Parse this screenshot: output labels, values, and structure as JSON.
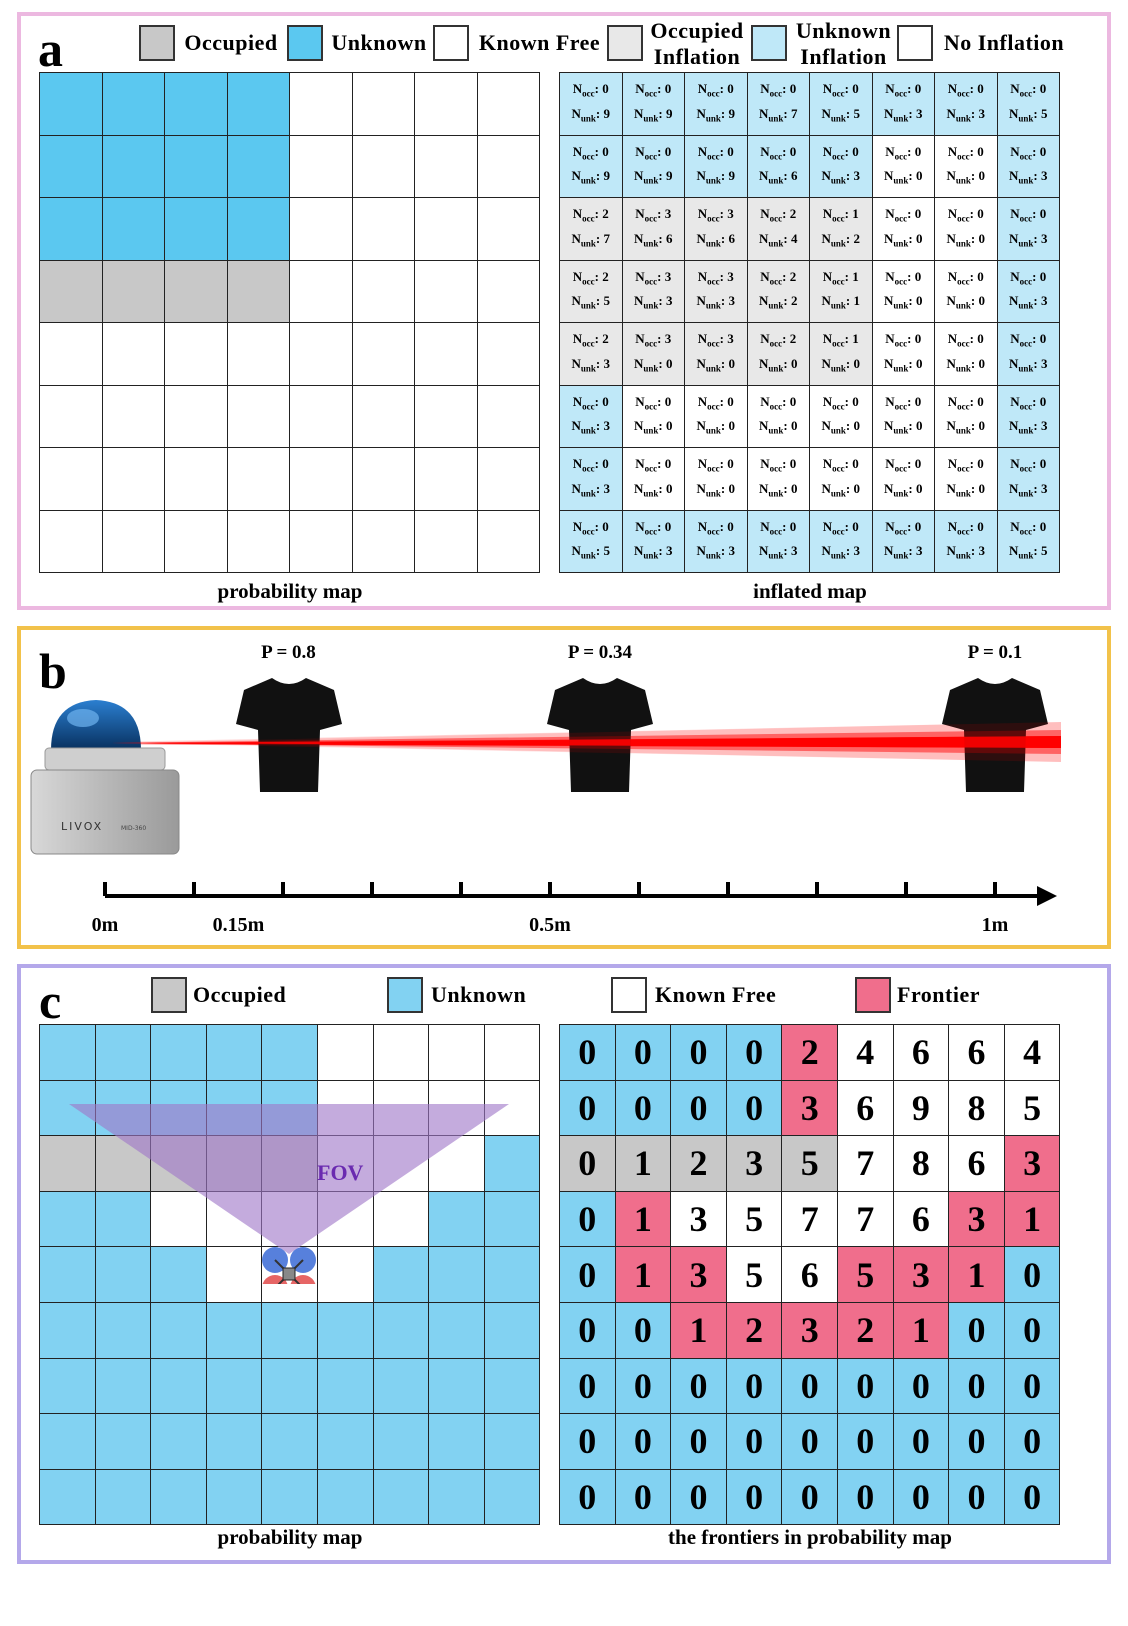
{
  "colors": {
    "occupied": "#c8c8c8",
    "unknown": "#5bc8f0",
    "known_free": "#ffffff",
    "occupied_inflation": "#e8e8e8",
    "unknown_inflation": "#bfe8f8",
    "no_inflation": "#ffffff",
    "frontier": "#f06e8c",
    "panel_a_border": "#ecb8e0",
    "panel_b_border": "#f2c24a",
    "panel_c_border": "#b4a8ea",
    "c_unknown": "#82d2f2",
    "fov": "#a078c8",
    "laser": "#ff0000"
  },
  "panel_a": {
    "letter": "a",
    "legend": [
      {
        "label": "Occupied",
        "type": "occupied"
      },
      {
        "label": "Unknown",
        "type": "unknown"
      },
      {
        "label": "Known Free",
        "type": "known_free"
      },
      {
        "label": "Occupied\nInflation",
        "type": "occupied_inflation"
      },
      {
        "label": "Unknown\nInflation",
        "type": "unknown_inflation"
      },
      {
        "label": "No Inflation",
        "type": "no_inflation"
      }
    ],
    "prob_map": [
      "UUUUFFFF",
      "UUUUFFFF",
      "UUUUFFFF",
      "OOOOFFFF",
      "FFFFFFFF",
      "FFFFFFFF",
      "FFFFFFFF",
      "FFFFFFFF"
    ],
    "prob_caption": "probability map",
    "inflated_types": [
      "UUUUUUUU",
      "UUUUUNNU",
      "OOOOONNU",
      "OOOOONNU",
      "OOOOONNU",
      "UNNNNNNU",
      "UNNNNNNU",
      "UUUUUUUU"
    ],
    "n_occ": [
      [
        0,
        0,
        0,
        0,
        0,
        0,
        0,
        0
      ],
      [
        0,
        0,
        0,
        0,
        0,
        0,
        0,
        0
      ],
      [
        2,
        3,
        3,
        2,
        1,
        0,
        0,
        0
      ],
      [
        2,
        3,
        3,
        2,
        1,
        0,
        0,
        0
      ],
      [
        2,
        3,
        3,
        2,
        1,
        0,
        0,
        0
      ],
      [
        0,
        0,
        0,
        0,
        0,
        0,
        0,
        0
      ],
      [
        0,
        0,
        0,
        0,
        0,
        0,
        0,
        0
      ],
      [
        0,
        0,
        0,
        0,
        0,
        0,
        0,
        0
      ]
    ],
    "n_unk": [
      [
        9,
        9,
        9,
        7,
        5,
        3,
        3,
        5
      ],
      [
        9,
        9,
        9,
        6,
        3,
        0,
        0,
        3
      ],
      [
        7,
        6,
        6,
        4,
        2,
        0,
        0,
        3
      ],
      [
        5,
        3,
        3,
        2,
        1,
        0,
        0,
        3
      ],
      [
        3,
        0,
        0,
        0,
        0,
        0,
        0,
        3
      ],
      [
        3,
        0,
        0,
        0,
        0,
        0,
        0,
        3
      ],
      [
        3,
        0,
        0,
        0,
        0,
        0,
        0,
        3
      ],
      [
        5,
        3,
        3,
        3,
        3,
        3,
        3,
        5
      ]
    ],
    "n_occ_label": "N",
    "n_occ_sub": "occ",
    "n_unk_sub": "unk",
    "inflated_caption": "inflated map"
  },
  "panel_b": {
    "letter": "b",
    "sensor_brand": "LIVOX",
    "sensor_model": "MID-360",
    "targets": [
      {
        "label": "P = 0.8",
        "distance_m": 0.15
      },
      {
        "label": "P = 0.34",
        "distance_m": 0.5
      },
      {
        "label": "P = 0.1",
        "distance_m": 1.0
      }
    ],
    "axis_labels": [
      "0m",
      "0.15m",
      "0.5m",
      "1m"
    ]
  },
  "panel_c": {
    "letter": "c",
    "legend": [
      {
        "label": "Occupied",
        "type": "occupied"
      },
      {
        "label": "Unknown",
        "type": "unknown"
      },
      {
        "label": "Known Free",
        "type": "known_free"
      },
      {
        "label": "Frontier",
        "type": "frontier"
      }
    ],
    "prob_map": [
      "UUUUUFFFF",
      "UUUUUFFFF",
      "OOOOOFFFU",
      "UUFFFFFUU",
      "UUUFFFUUU",
      "UUUUUUUUU",
      "UUUUUUUUU",
      "UUUUUUUUU",
      "UUUUUUUUU"
    ],
    "fov_label": "FOV",
    "prob_caption": "probability map",
    "frontier_types": [
      "UUUURFFFF",
      "UUUURFFFF",
      "OOOOOFFFR",
      "URFFFFFRR",
      "URRFFRRRU",
      "UURRRRRUU",
      "UUUUUUUUU",
      "UUUUUUUUU",
      "UUUUUUUUU"
    ],
    "frontier_values": [
      [
        0,
        0,
        0,
        0,
        2,
        4,
        6,
        6,
        4
      ],
      [
        0,
        0,
        0,
        0,
        3,
        6,
        9,
        8,
        5
      ],
      [
        0,
        1,
        2,
        3,
        5,
        7,
        8,
        6,
        3
      ],
      [
        0,
        1,
        3,
        5,
        7,
        7,
        6,
        3,
        1
      ],
      [
        0,
        1,
        3,
        5,
        6,
        5,
        3,
        1,
        0
      ],
      [
        0,
        0,
        1,
        2,
        3,
        2,
        1,
        0,
        0
      ],
      [
        0,
        0,
        0,
        0,
        0,
        0,
        0,
        0,
        0
      ],
      [
        0,
        0,
        0,
        0,
        0,
        0,
        0,
        0,
        0
      ],
      [
        0,
        0,
        0,
        0,
        0,
        0,
        0,
        0,
        0
      ]
    ],
    "frontier_caption": "the frontiers in probability map"
  }
}
